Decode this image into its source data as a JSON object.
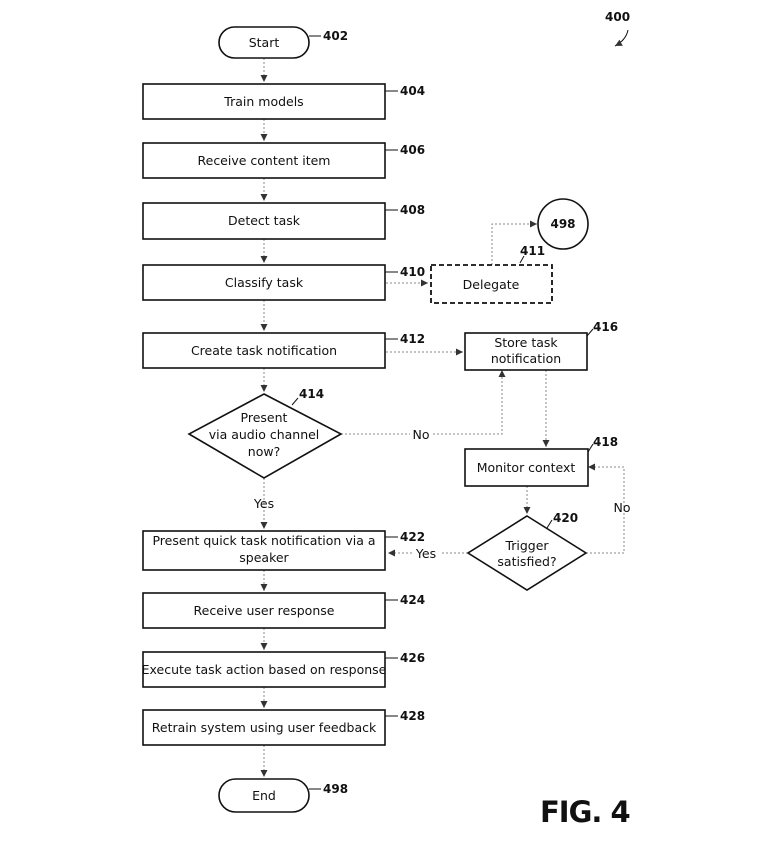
{
  "figure": {
    "ref": "400",
    "caption": "FIG. 4"
  },
  "nodes": {
    "start": {
      "label": "Start",
      "ref": "402"
    },
    "train_models": {
      "label": "Train models",
      "ref": "404"
    },
    "receive_content": {
      "label": "Receive content item",
      "ref": "406"
    },
    "detect_task": {
      "label": "Detect task",
      "ref": "408"
    },
    "classify_task": {
      "label": "Classify task",
      "ref": "410"
    },
    "delegate": {
      "label": "Delegate",
      "ref": "411"
    },
    "circle_498": {
      "label": "498"
    },
    "create_notification": {
      "label": "Create task notification",
      "ref": "412"
    },
    "present_audio": {
      "line1": "Present",
      "line2": "via audio channel",
      "line3": "now?",
      "ref": "414"
    },
    "store_notification": {
      "line1": "Store task",
      "line2": "notification",
      "ref": "416"
    },
    "monitor_context": {
      "label": "Monitor context",
      "ref": "418"
    },
    "trigger": {
      "line1": "Trigger",
      "line2": "satisfied?",
      "ref": "420"
    },
    "present_quick": {
      "line1": "Present quick task notification via a",
      "line2": "speaker",
      "ref": "422"
    },
    "receive_response": {
      "label": "Receive user response",
      "ref": "424"
    },
    "execute_action": {
      "label": "Execute task action based on response",
      "ref": "426"
    },
    "retrain": {
      "label": "Retrain system using user feedback",
      "ref": "428"
    },
    "end": {
      "label": "End",
      "ref": "498"
    }
  },
  "edges": {
    "no_audio": "No",
    "yes_audio": "Yes",
    "yes_trigger": "Yes",
    "no_trigger": "No"
  }
}
